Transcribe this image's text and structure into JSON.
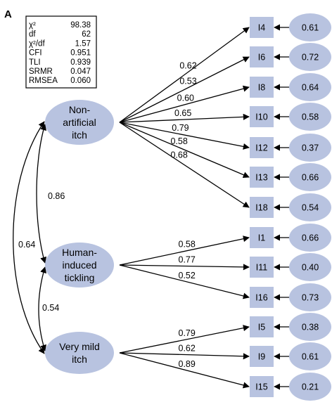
{
  "panel_label": "A",
  "colors": {
    "node_fill": "#b8c3e0",
    "line": "#000000",
    "text": "#000000"
  },
  "fit_stats": [
    {
      "label": "χ²",
      "value": "98.38"
    },
    {
      "label": "df",
      "value": "62"
    },
    {
      "label": "χ²/df",
      "value": "1.57"
    },
    {
      "label": "CFI",
      "value": "0.951"
    },
    {
      "label": "TLI",
      "value": "0.939"
    },
    {
      "label": "SRMR",
      "value": "0.047"
    },
    {
      "label": "RMSEA",
      "value": "0.060"
    }
  ],
  "factors": [
    {
      "id": "nonartificial",
      "lines": [
        "Non-",
        "artificial",
        "itch"
      ]
    },
    {
      "id": "human",
      "lines": [
        "Human-",
        "induced",
        "tickling"
      ]
    },
    {
      "id": "mild",
      "lines": [
        "Very mild",
        "itch"
      ]
    }
  ],
  "indicators": [
    {
      "label": "I4",
      "factor": "nonartificial",
      "loading": "0.62",
      "error": "0.61"
    },
    {
      "label": "I6",
      "factor": "nonartificial",
      "loading": "0.53",
      "error": "0.72"
    },
    {
      "label": "I8",
      "factor": "nonartificial",
      "loading": "0.60",
      "error": "0.64"
    },
    {
      "label": "I10",
      "factor": "nonartificial",
      "loading": "0.65",
      "error": "0.58"
    },
    {
      "label": "I12",
      "factor": "nonartificial",
      "loading": "0.79",
      "error": "0.37"
    },
    {
      "label": "I13",
      "factor": "nonartificial",
      "loading": "0.58",
      "error": "0.66"
    },
    {
      "label": "I18",
      "factor": "nonartificial",
      "loading": "0.68",
      "error": "0.54"
    },
    {
      "label": "I1",
      "factor": "human",
      "loading": "0.58",
      "error": "0.66"
    },
    {
      "label": "I11",
      "factor": "human",
      "loading": "0.77",
      "error": "0.40"
    },
    {
      "label": "I16",
      "factor": "human",
      "loading": "0.52",
      "error": "0.73"
    },
    {
      "label": "I5",
      "factor": "mild",
      "loading": "0.79",
      "error": "0.38"
    },
    {
      "label": "I9",
      "factor": "mild",
      "loading": "0.62",
      "error": "0.61"
    },
    {
      "label": "I15",
      "factor": "mild",
      "loading": "0.89",
      "error": "0.21"
    }
  ],
  "correlations": [
    {
      "from": "nonartificial",
      "to": "human",
      "value": "0.86"
    },
    {
      "from": "human",
      "to": "mild",
      "value": "0.54"
    },
    {
      "from": "nonartificial",
      "to": "mild",
      "value": "0.64"
    }
  ]
}
